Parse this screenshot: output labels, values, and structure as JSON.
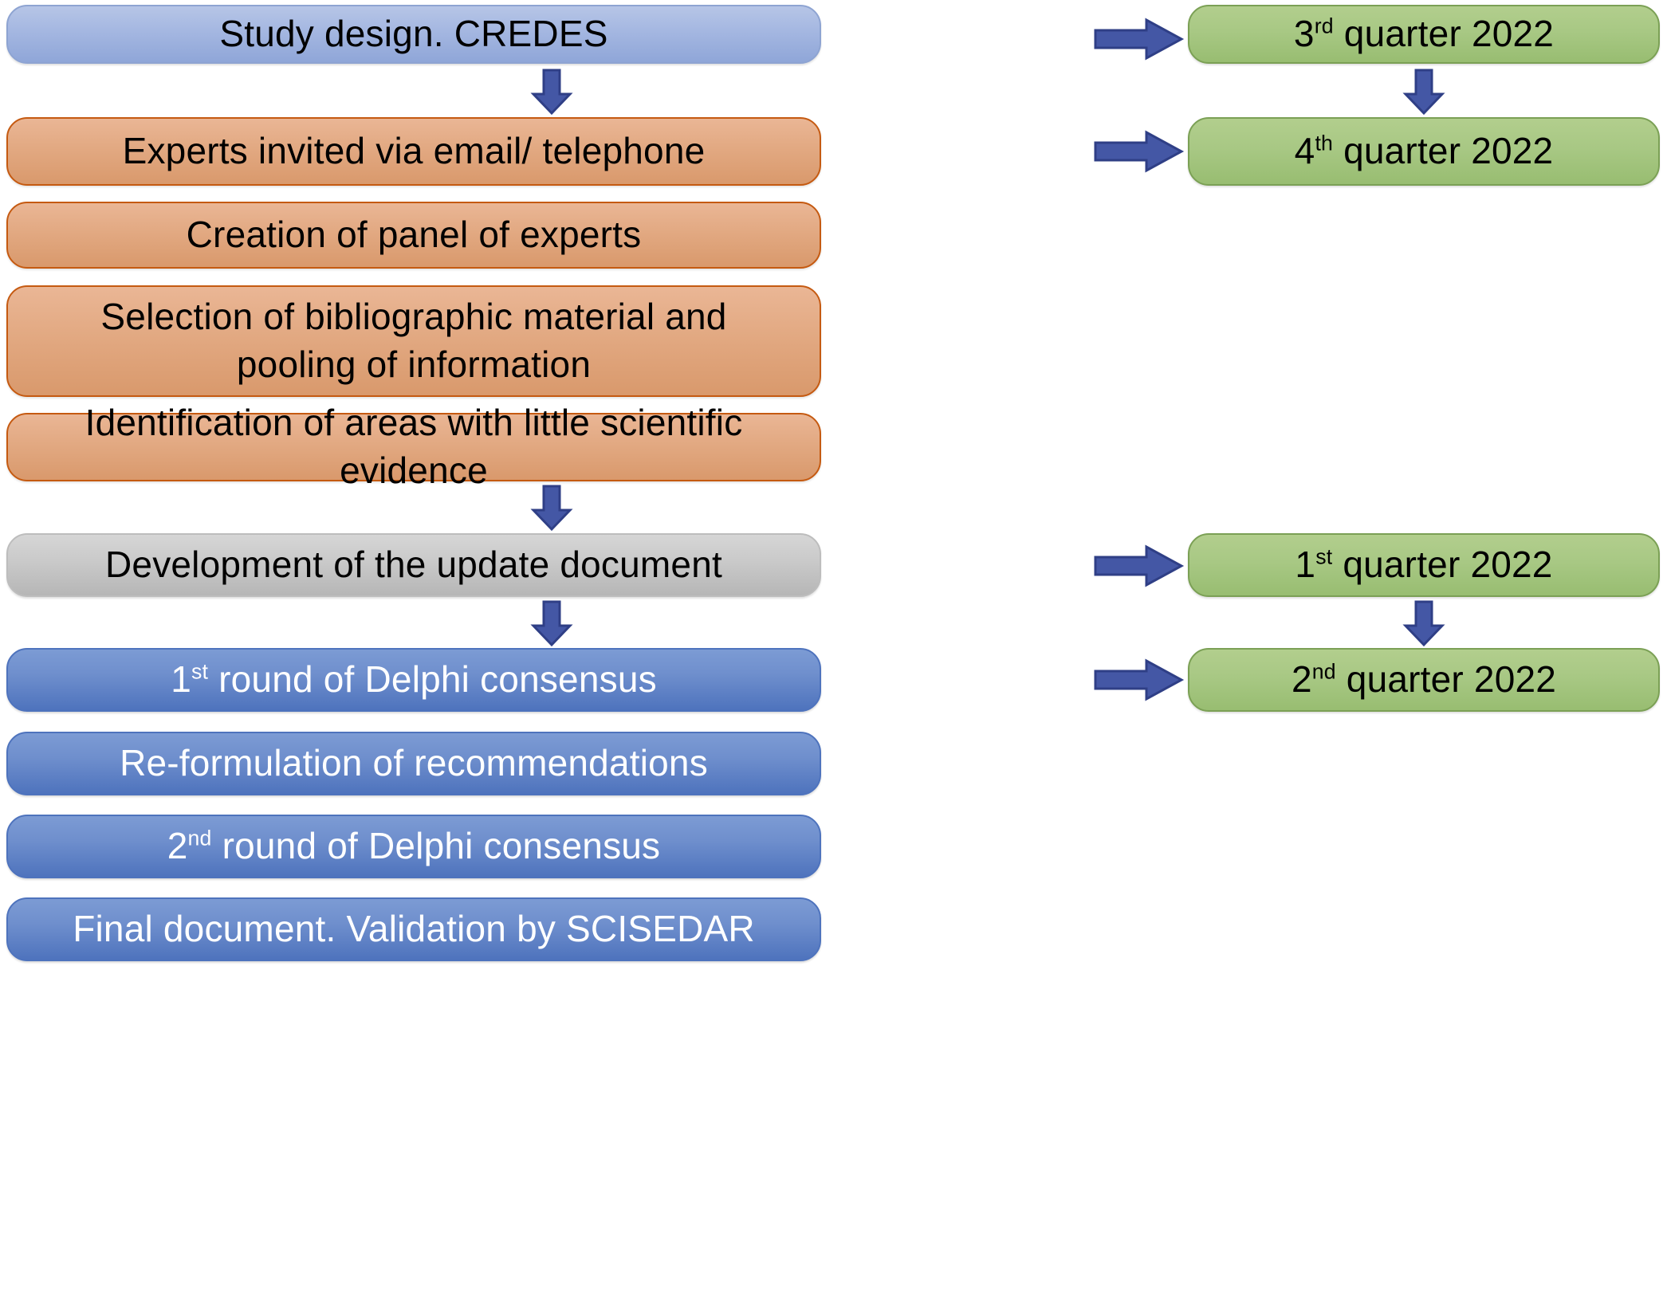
{
  "diagram": {
    "title": "Delphi consensus study flowchart",
    "colors": {
      "light_blue": "#a7b9e2",
      "orange": "#e2a982",
      "gray": "#c9c9c9",
      "blue": "#5b84c4",
      "green": "#a8c884",
      "arrow_blue": "#4457a5",
      "orange_border": "#c55a11",
      "green_border": "#7ba055"
    },
    "process_steps": [
      {
        "id": "study-design",
        "label": "Study design. CREDES",
        "style": "light-blue"
      },
      {
        "id": "experts-invited",
        "label": "Experts invited via email/ telephone",
        "style": "orange"
      },
      {
        "id": "creation-panel",
        "label": "Creation of panel of experts",
        "style": "orange"
      },
      {
        "id": "selection-material",
        "label": "Selection of bibliographic material and pooling of information",
        "style": "orange"
      },
      {
        "id": "identification-areas",
        "label": "Identification of areas with little scientific evidence",
        "style": "orange"
      },
      {
        "id": "development-document",
        "label": "Development of the update document",
        "style": "gray"
      },
      {
        "id": "delphi-round-1",
        "label_prefix": "1",
        "label_sup": "st",
        "label_rest": " round of Delphi consensus",
        "label": "1st round of Delphi consensus",
        "style": "blue"
      },
      {
        "id": "reformulation",
        "label": "Re-formulation of recommendations",
        "style": "blue"
      },
      {
        "id": "delphi-round-2",
        "label_prefix": "2",
        "label_sup": "nd",
        "label_rest": " round of Delphi consensus",
        "label": "2nd round of Delphi consensus",
        "style": "blue"
      },
      {
        "id": "final-document",
        "label": "Final document. Validation by SCISEDAR",
        "style": "blue"
      }
    ],
    "timeline_steps": [
      {
        "id": "q3-2022",
        "label_prefix": "3",
        "label_sup": "rd",
        "label_rest": " quarter 2022",
        "label": "3rd quarter 2022",
        "linked_to": "study-design"
      },
      {
        "id": "q4-2022",
        "label_prefix": "4",
        "label_sup": "th",
        "label_rest": " quarter 2022",
        "label": "4th quarter 2022",
        "linked_to": "experts-invited"
      },
      {
        "id": "q1-2022",
        "label_prefix": "1",
        "label_sup": "st",
        "label_rest": " quarter 2022",
        "label": "1st quarter 2022",
        "linked_to": "development-document"
      },
      {
        "id": "q2-2022",
        "label_prefix": "2",
        "label_sup": "nd",
        "label_rest": " quarter 2022",
        "label": "2nd quarter 2022",
        "linked_to": "delphi-round-1"
      }
    ],
    "connectors": [
      {
        "id": "study-design-to-q3",
        "direction": "right"
      },
      {
        "id": "study-design-to-experts",
        "direction": "down"
      },
      {
        "id": "q3-to-q4",
        "direction": "down"
      },
      {
        "id": "experts-to-q4",
        "direction": "right"
      },
      {
        "id": "identification-to-development",
        "direction": "down"
      },
      {
        "id": "development-to-q1",
        "direction": "right"
      },
      {
        "id": "development-to-delphi1",
        "direction": "down"
      },
      {
        "id": "q1-to-q2",
        "direction": "down"
      },
      {
        "id": "delphi1-to-q2",
        "direction": "right"
      }
    ]
  }
}
